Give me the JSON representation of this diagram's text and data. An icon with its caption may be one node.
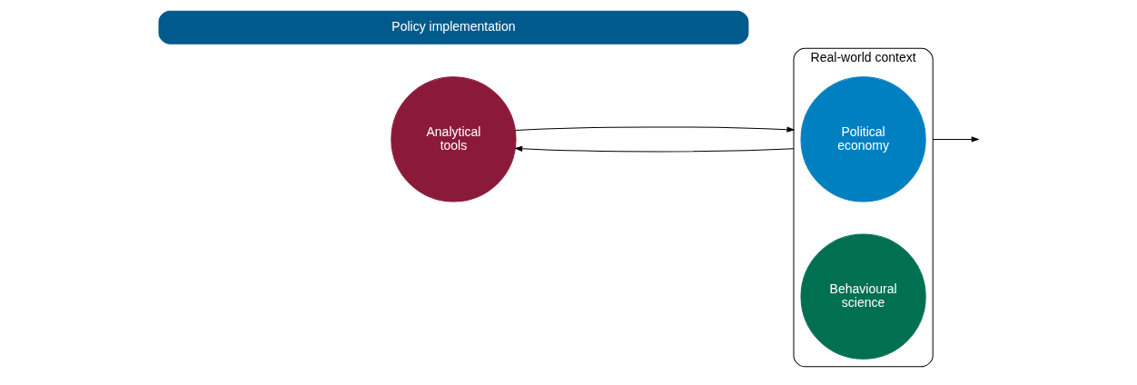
{
  "diagram": {
    "nodes": [
      {
        "text": [
          "Analytical tools"
        ]
      },
      {
        "text": [
          "Real-world context"
        ]
      },
      {
        "text": [
          "Political economy"
        ],
        "in": 1
      },
      {
        "text": [
          "Behavioural science"
        ],
        "in": 1
      },
      {
        "text": [
          "Policy implementation"
        ]
      }
    ],
    "edges": [
      {
        "from": 0,
        "to": 1,
        "arrow": "to"
      },
      {
        "from": 1,
        "to": null,
        "arrow": "to"
      },
      {
        "from": 1,
        "to": 0,
        "arrow": "to"
      }
    ]
  }
}
